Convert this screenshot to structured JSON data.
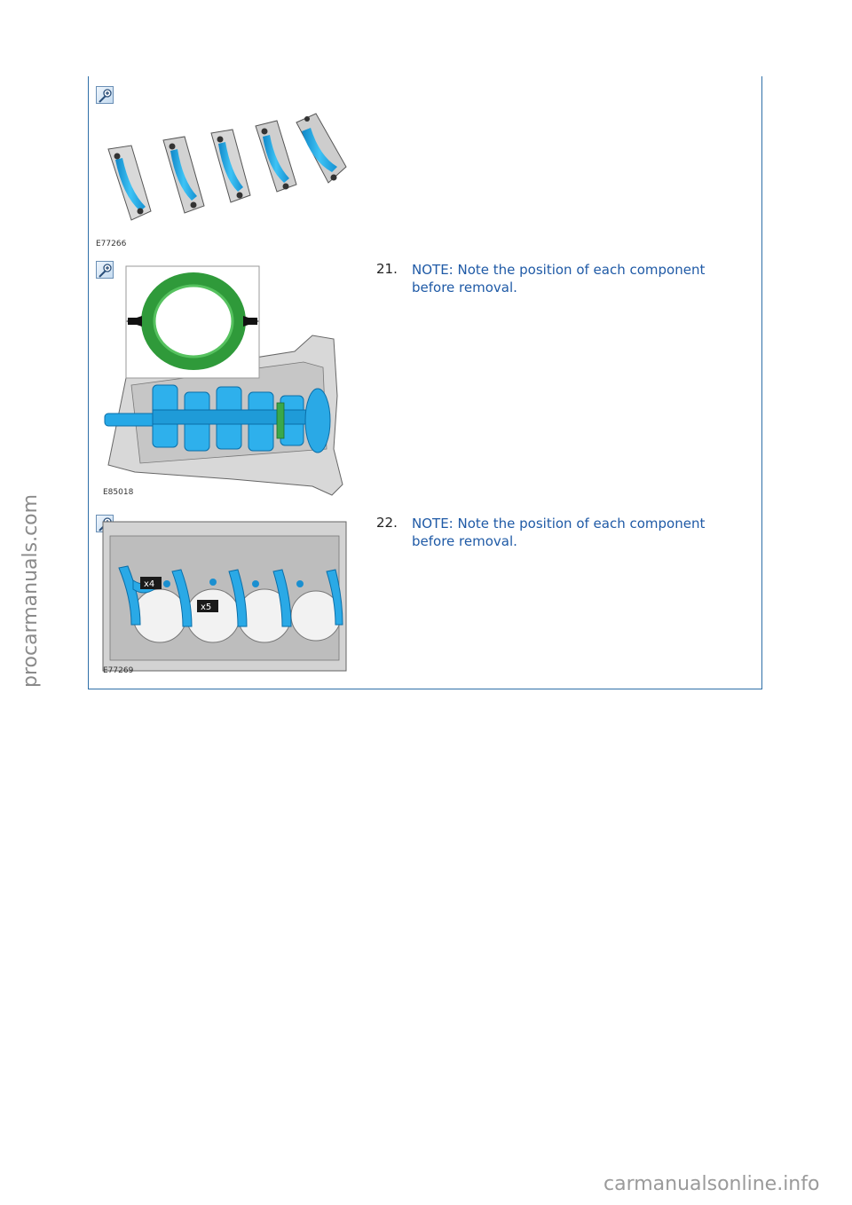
{
  "figures": [
    {
      "id": "E77266"
    },
    {
      "id": "E85018"
    },
    {
      "id": "E77269"
    }
  ],
  "steps": [
    {
      "number": "21.",
      "text": "NOTE: Note the position of each component before removal."
    },
    {
      "number": "22.",
      "text": "NOTE: Note the position of each component before removal."
    }
  ],
  "callouts": {
    "x4": "x4",
    "x5": "x5"
  },
  "icons": {
    "zoom": "zoom-in-icon"
  },
  "colors": {
    "accent": "#1f5aa6",
    "highlight": "#2aa9e6",
    "bearing_green": "#2f9a3a"
  },
  "watermarks": {
    "side": "procarmanuals.com",
    "bottom": "carmanualsonline.info"
  }
}
